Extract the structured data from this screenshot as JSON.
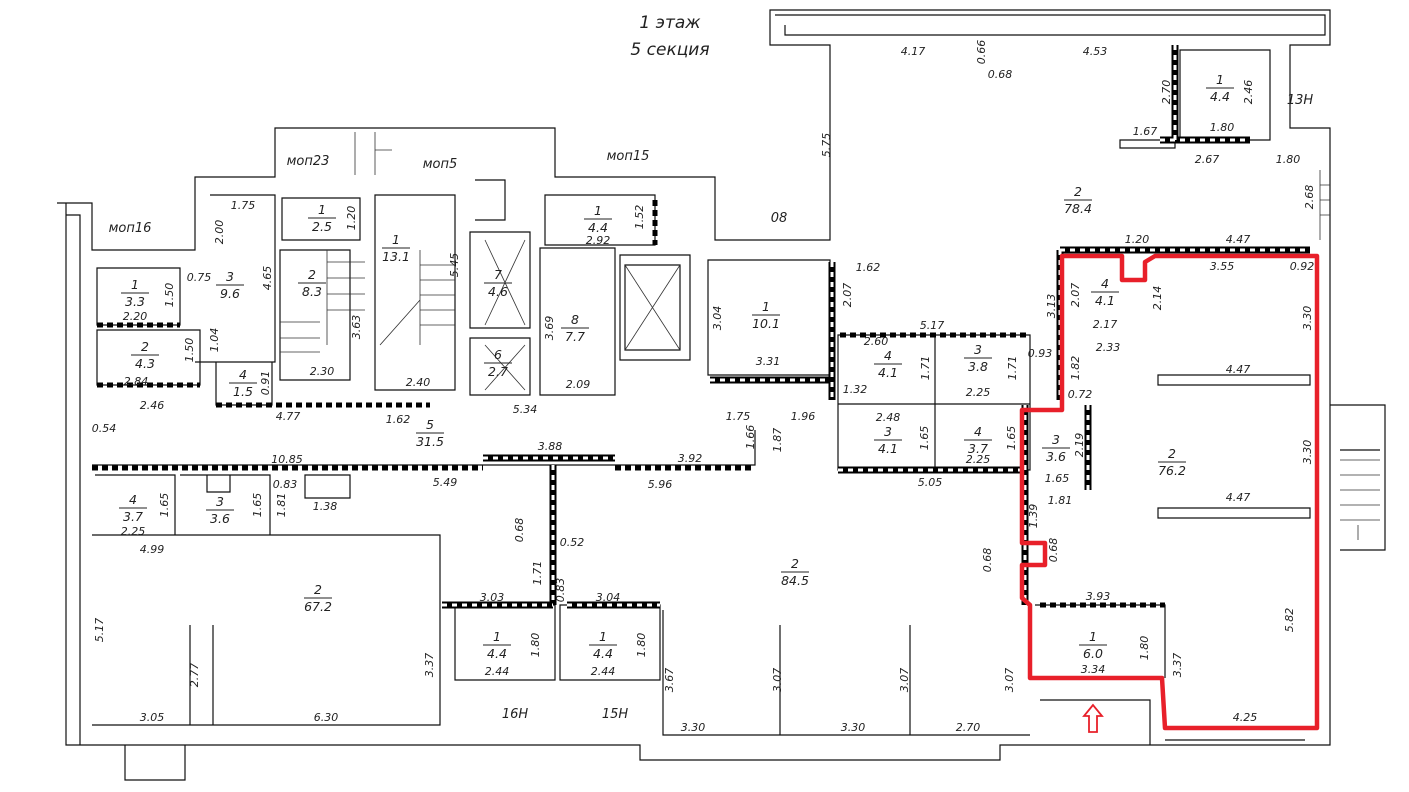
{
  "title": {
    "floor": "1 этаж",
    "section": "5 секция"
  },
  "highlight_color": "#e8202a",
  "labels": [
    "моп16",
    "моп23",
    "моп5",
    "моп15",
    "08",
    "13Н",
    "16Н",
    "15Н"
  ],
  "rooms": [
    {
      "num": "1",
      "area": "3.3"
    },
    {
      "num": "2",
      "area": "4.3"
    },
    {
      "num": "3",
      "area": "9.6"
    },
    {
      "num": "4",
      "area": "1.5"
    },
    {
      "num": "1",
      "area": "2.5"
    },
    {
      "num": "2",
      "area": "8.3"
    },
    {
      "num": "1",
      "area": "13.1"
    },
    {
      "num": "7",
      "area": "4.6"
    },
    {
      "num": "6",
      "area": "2.7"
    },
    {
      "num": "8",
      "area": "7.7"
    },
    {
      "num": "1",
      "area": "4.4"
    },
    {
      "num": "1",
      "area": "10.1"
    },
    {
      "num": "5",
      "area": "31.5"
    },
    {
      "num": "4",
      "area": "4.1"
    },
    {
      "num": "3",
      "area": "3.8"
    },
    {
      "num": "3",
      "area": "4.1"
    },
    {
      "num": "4",
      "area": "3.7"
    },
    {
      "num": "4",
      "area": "4.1"
    },
    {
      "num": "3",
      "area": "3.6"
    },
    {
      "num": "2",
      "area": "76.2"
    },
    {
      "num": "1",
      "area": "6.0"
    },
    {
      "num": "1",
      "area": "4.4"
    },
    {
      "num": "2",
      "area": "78.4"
    },
    {
      "num": "4",
      "area": "3.7"
    },
    {
      "num": "3",
      "area": "3.6"
    },
    {
      "num": "2",
      "area": "67.2"
    },
    {
      "num": "2",
      "area": "84.5"
    },
    {
      "num": "1",
      "area": "4.4"
    },
    {
      "num": "1",
      "area": "4.4"
    }
  ],
  "dimensions": [
    "4.17",
    "0.66",
    "0.68",
    "4.53",
    "2.70",
    "2.46",
    "1.67",
    "1.80",
    "2.67",
    "1.80",
    "5.75",
    "2.68",
    "1.20",
    "4.47",
    "3.55",
    "0.92",
    "1.62",
    "2.07",
    "3.13",
    "2.07",
    "2.14",
    "2.17",
    "2.33",
    "3.30",
    "5.17",
    "2.60",
    "1.71",
    "1.71",
    "0.93",
    "1.82",
    "1.32",
    "2.25",
    "4.47",
    "0.72",
    "2.48",
    "1.65",
    "1.65",
    "2.25",
    "2.19",
    "1.65",
    "1.81",
    "5.05",
    "3.30",
    "4.47",
    "1.39",
    "0.68",
    "0.68",
    "3.93",
    "1.80",
    "3.37",
    "3.34",
    "5.82",
    "4.25",
    "3.07",
    "2.70",
    "3.30",
    "3.07",
    "3.07",
    "3.30",
    "3.67",
    "3.04",
    "3.03",
    "1.80",
    "1.80",
    "2.44",
    "2.44",
    "0.52",
    "0.68",
    "1.71",
    "0.83",
    "3.37",
    "6.30",
    "3.05",
    "2.77",
    "5.17",
    "4.99",
    "1.38",
    "1.81",
    "1.65",
    "0.83",
    "1.65",
    "2.25",
    "10.85",
    "5.49",
    "3.88",
    "3.92",
    "5.96",
    "1.66",
    "1.87",
    "1.96",
    "1.75",
    "3.31",
    "3.04",
    "5.34",
    "2.09",
    "3.69",
    "4.77",
    "1.62",
    "2.40",
    "2.30",
    "3.63",
    "5.45",
    "0.91",
    "1.04",
    "1.50",
    "1.50",
    "2.20",
    "2.84",
    "2.46",
    "0.54",
    "0.75",
    "2.00",
    "1.75",
    "4.65",
    "1.20",
    "1.52",
    "2.92"
  ]
}
